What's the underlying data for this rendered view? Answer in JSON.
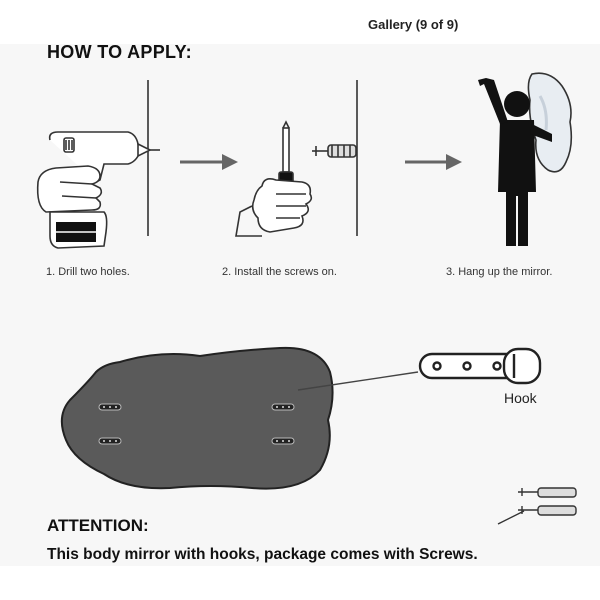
{
  "header": {
    "gallery_label": "Gallery (9 of 9)"
  },
  "instructions": {
    "title": "HOW TO APPLY:",
    "steps": [
      {
        "label": "1. Drill two holes."
      },
      {
        "label": "2. Install the screws on."
      },
      {
        "label": "3. Hang up the mirror."
      }
    ]
  },
  "diagram": {
    "hook_label": "Hook"
  },
  "attention": {
    "title": "ATTENTION:",
    "text": "This body mirror with hooks, package comes with Screws."
  },
  "colors": {
    "panel_bg": "#f7f7f7",
    "mirror_fill": "#5a5a5a",
    "figure": "#111111"
  }
}
